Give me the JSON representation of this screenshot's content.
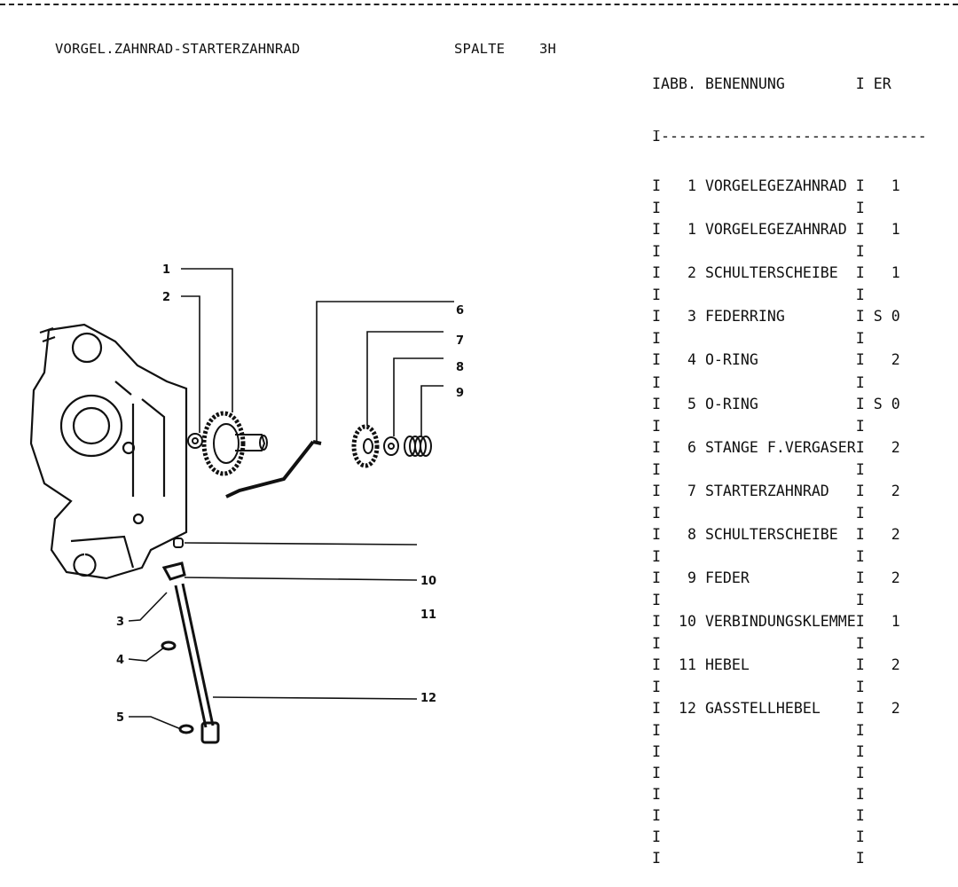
{
  "page": {
    "title": "VORGEL.ZAHNRAD-STARTERZAHNRAD",
    "column_label": "SPALTE",
    "column_value": "3H"
  },
  "table": {
    "header": {
      "abb_benennung": "IABB. BENENNUNG",
      "er": "I ER"
    },
    "separator": "I------------------------------",
    "border_char": "I",
    "rows": [
      {
        "num": "1",
        "name": "VORGELEGEZAHNRAD",
        "flag": "",
        "qty": "1"
      },
      {
        "num": "1",
        "name": "VORGELEGEZAHNRAD",
        "flag": "",
        "qty": "1"
      },
      {
        "num": "2",
        "name": "SCHULTERSCHEIBE",
        "flag": "",
        "qty": "1"
      },
      {
        "num": "3",
        "name": "FEDERRING",
        "flag": "S",
        "qty": "0"
      },
      {
        "num": "4",
        "name": "O-RING",
        "flag": "",
        "qty": "2"
      },
      {
        "num": "5",
        "name": "O-RING",
        "flag": "S",
        "qty": "0"
      },
      {
        "num": "6",
        "name": "STANGE F.VERGASER",
        "flag": "",
        "qty": "2"
      },
      {
        "num": "7",
        "name": "STARTERZAHNRAD",
        "flag": "",
        "qty": "2"
      },
      {
        "num": "8",
        "name": "SCHULTERSCHEIBE",
        "flag": "",
        "qty": "2"
      },
      {
        "num": "9",
        "name": "FEDER",
        "flag": "",
        "qty": "2"
      },
      {
        "num": "10",
        "name": "VERBINDUNGSKLEMME",
        "flag": "",
        "qty": "1"
      },
      {
        "num": "11",
        "name": "HEBEL",
        "flag": "",
        "qty": "2"
      },
      {
        "num": "12",
        "name": "GASSTELLHEBEL",
        "flag": "",
        "qty": "2"
      }
    ]
  },
  "diagram": {
    "callouts": [
      "1",
      "2",
      "3",
      "4",
      "5",
      "6",
      "7",
      "8",
      "9",
      "10",
      "11",
      "12"
    ]
  }
}
